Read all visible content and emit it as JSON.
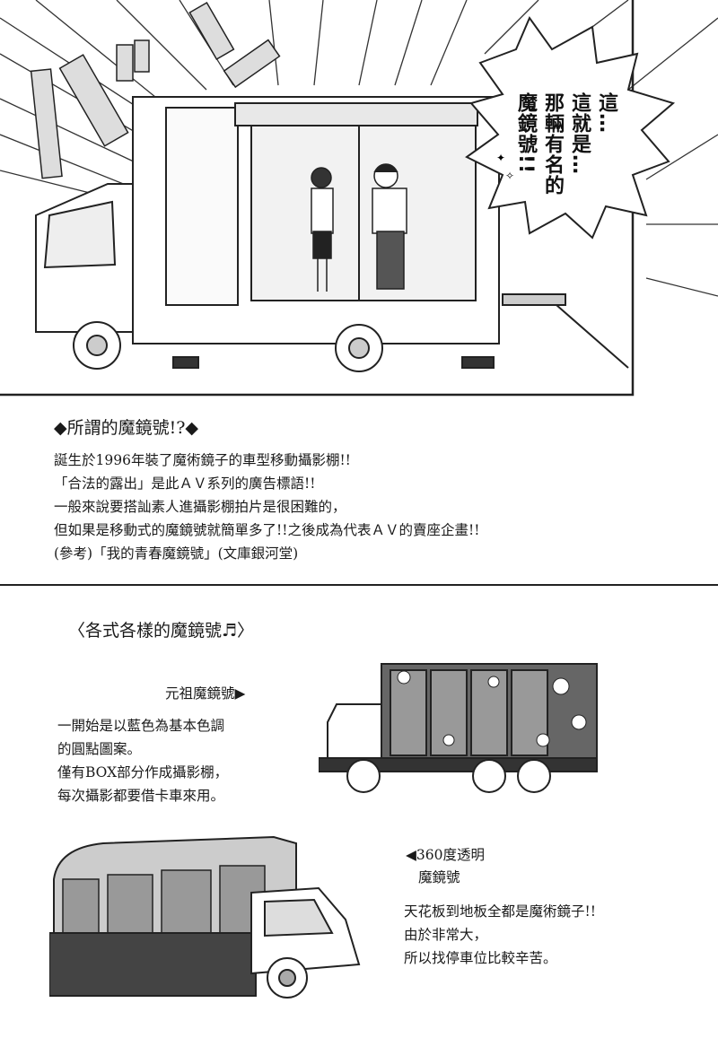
{
  "speech_bubble": {
    "columns": [
      "這…",
      "這就是…",
      "那輛有名的",
      "魔鏡號!!"
    ]
  },
  "info": {
    "title": "◆所謂的魔鏡號!?◆",
    "lines": [
      "誕生於1996年裝了魔術鏡子的車型移動攝影棚!!",
      "「合法的露出」是此ＡＶ系列的廣告標語!!",
      "一般來說要搭訕素人進攝影棚拍片是很困難的，",
      "但如果是移動式的魔鏡號就簡單多了!!之後成為代表ＡＶ的賣座企畫!!",
      "(參考)「我的青春魔鏡號」(文庫銀河堂)"
    ]
  },
  "variety": {
    "title": "〈各式各樣的魔鏡號♬〉",
    "original": {
      "label": "元祖魔鏡號▶",
      "lines": [
        "一開始是以藍色為基本色調",
        "的圓點圖案。",
        "僅有BOX部分作成攝影棚，",
        "每次攝影都要借卡車來用。"
      ]
    },
    "transparent": {
      "label_line1": "◀360度透明",
      "label_line2": "魔鏡號",
      "lines": [
        "天花板到地板全都是魔術鏡子!!",
        "由於非常大，",
        "所以找停車位比較辛苦。"
      ]
    }
  }
}
